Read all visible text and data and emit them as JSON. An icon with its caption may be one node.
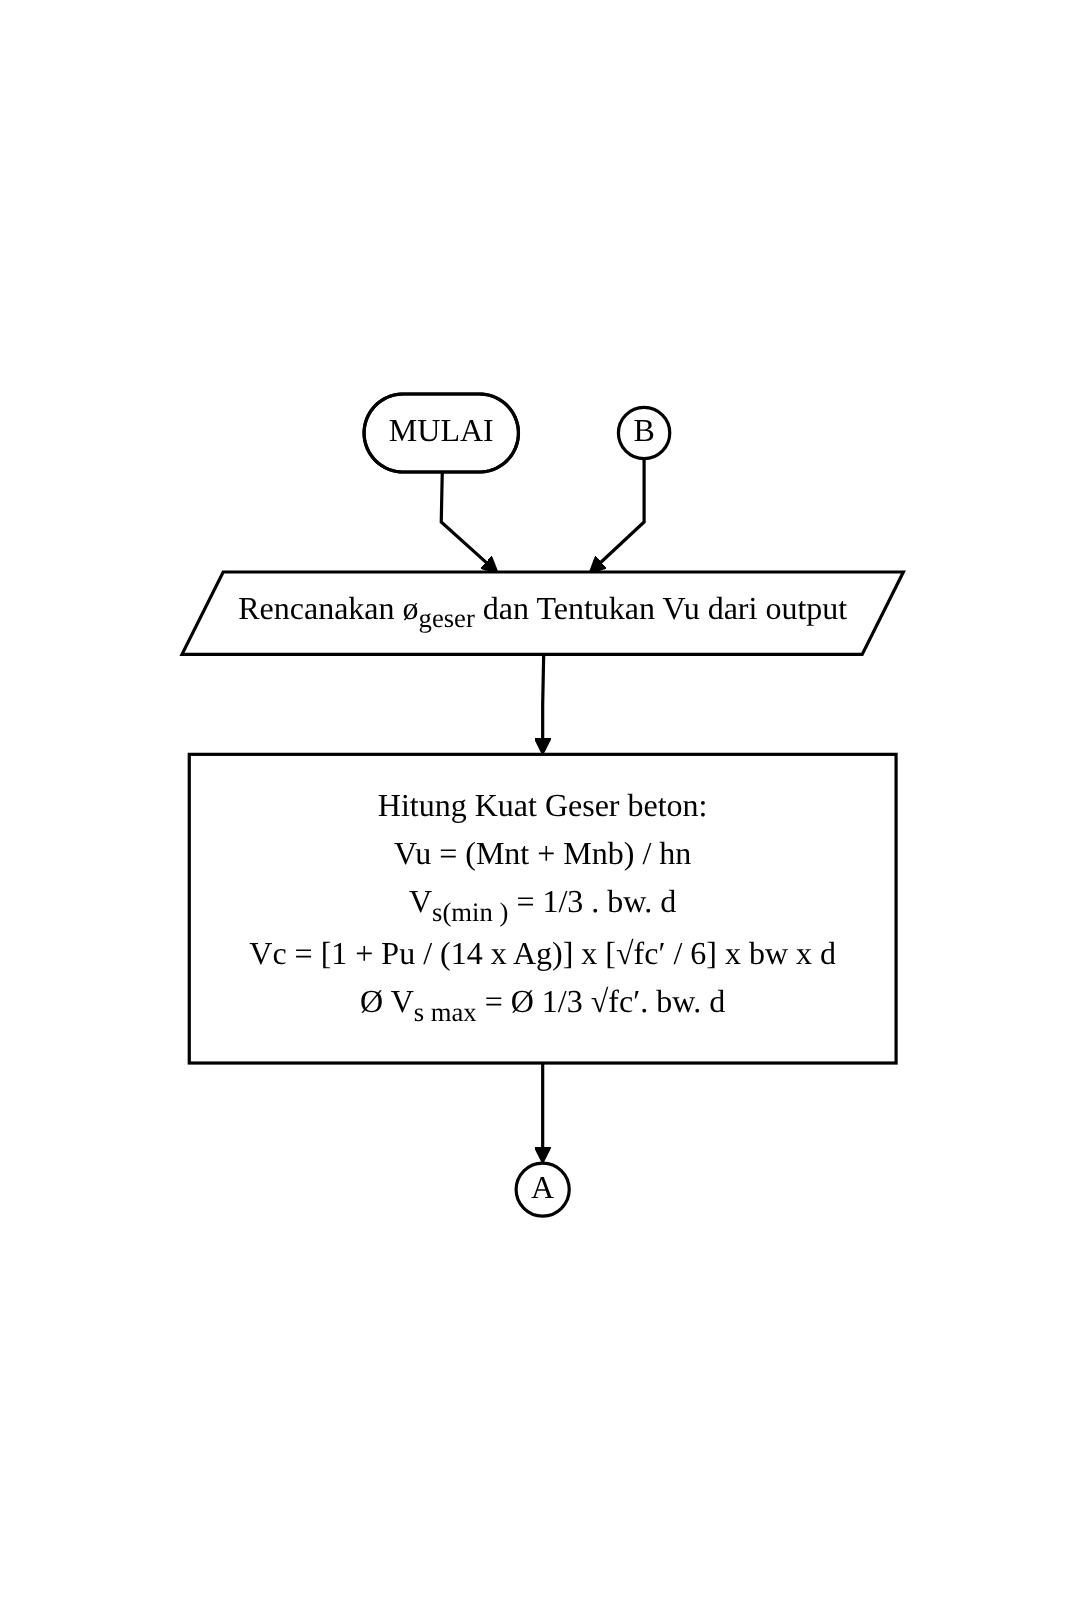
{
  "diagram": {
    "nodes": [
      {
        "text": [
          "MULAI"
        ]
      },
      {
        "text": [
          "Rencanakan ø$_{geser}$ dan Tentukan Vu dari output"
        ]
      },
      {
        "text": [
          "Hitung Kuat Geser beton:",
          "Vu = (Mnt + Mnb) / hn",
          "V$_{s(min )}$ = 1/3 . bw. d",
          "Vc = [1 + Pu / (14 x Ag)] x [√fc′ / 6] x bw x d",
          "Ø V$_{s max}$ = Ø 1/3 √fc′. bw. d"
        ]
      },
      {
        "text": [
          "A"
        ]
      },
      {
        "text": [
          "B"
        ]
      }
    ],
    "edges": [
      {
        "from": 0,
        "to": 1,
        "arrow": "to"
      },
      {
        "from": 1,
        "to": 2,
        "arrow": "to"
      },
      {
        "from": 2,
        "to": 3,
        "arrow": "to"
      },
      {
        "from": 4,
        "to": 1,
        "arrow": "to"
      }
    ]
  }
}
